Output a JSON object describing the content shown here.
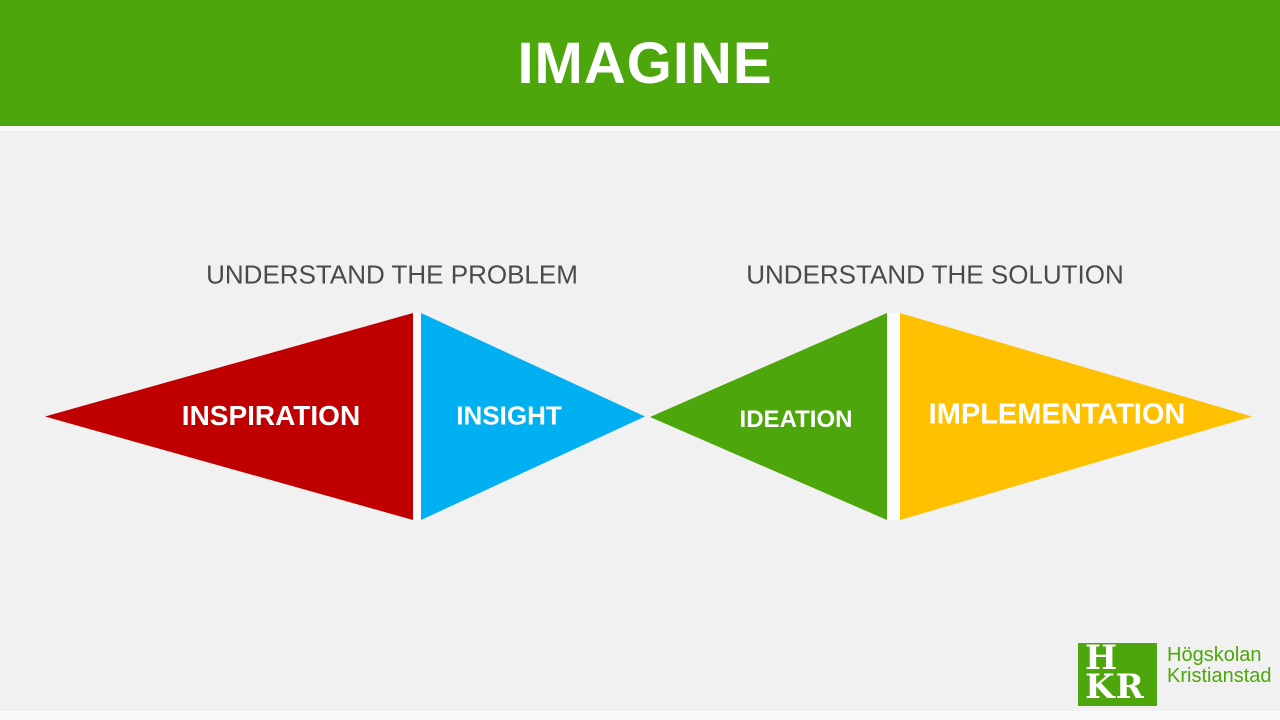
{
  "slide": {
    "title": "IMAGINE"
  },
  "colors": {
    "header_green": "#4DA60B",
    "background_gray": "#F1F1F1",
    "edge_strip": "#FAFAFA",
    "section_label_gray": "#4A4A4A",
    "triangle_gap_white": "#FBFBFB",
    "inspiration_red": "#C00000",
    "insight_blue": "#00B0F0",
    "ideation_green": "#4DA60B",
    "implementation_yellow": "#FFC000",
    "phase_text": "#FFFFFF"
  },
  "sections": [
    {
      "label": "UNDERSTAND THE PROBLEM"
    },
    {
      "label": "UNDERSTAND THE SOLUTION"
    }
  ],
  "phases": [
    {
      "label": "INSPIRATION",
      "color": "#C00000",
      "direction": "points-left"
    },
    {
      "label": "INSIGHT",
      "color": "#00B0F0",
      "direction": "points-right"
    },
    {
      "label": "IDEATION",
      "color": "#4DA60B",
      "direction": "points-left"
    },
    {
      "label": "IMPLEMENTATION",
      "color": "#FFC000",
      "direction": "points-right"
    }
  ],
  "logo": {
    "monogram_top": "H",
    "monogram_bottom": "KR",
    "org_line1": "Högskolan",
    "org_line2": "Kristianstad",
    "brand_green": "#4DA60B"
  }
}
